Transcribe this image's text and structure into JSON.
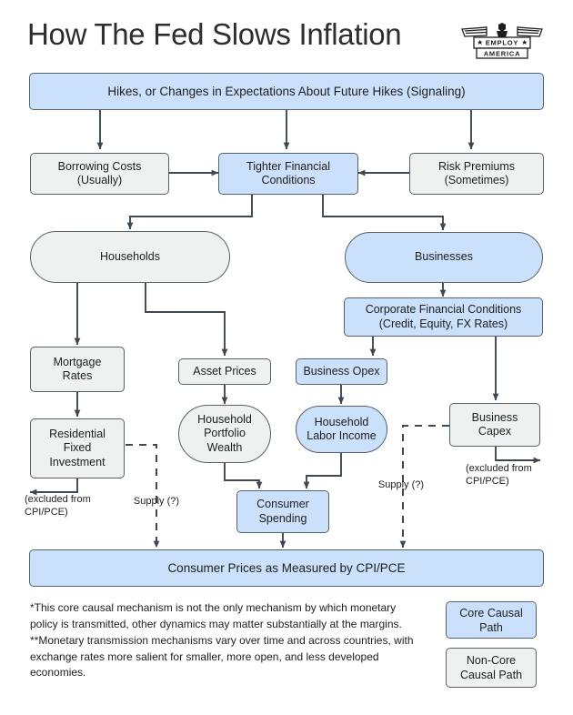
{
  "header": {
    "title": "How The Fed Slows Inflation",
    "logo": {
      "name": "employ-america-eagle-logo",
      "line1": "EMPLOY",
      "line2": "AMERICA"
    }
  },
  "colors": {
    "core_fill": "#cbe0fb",
    "noncore_fill": "#eff1f1",
    "stroke": "#55616b",
    "text": "#1d1d1d"
  },
  "nodes": {
    "signaling": "Hikes, or Changes in Expectations About Future Hikes (Signaling)",
    "borrowing_costs": "Borrowing Costs\n(Usually)",
    "borrowing_costs_l1": "Borrowing Costs",
    "borrowing_costs_l2": "(Usually)",
    "tighter_financial_l1": "Tighter Financial",
    "tighter_financial_l2": "Conditions",
    "risk_premiums_l1": "Risk Premiums",
    "risk_premiums_l2": "(Sometimes)",
    "households": "Households",
    "businesses": "Businesses",
    "corporate_fc_l1": "Corporate Financial Conditions",
    "corporate_fc_l2": "(Credit, Equity, FX Rates)",
    "mortgage_rates_l1": "Mortgage",
    "mortgage_rates_l2": "Rates",
    "asset_prices": "Asset Prices",
    "business_opex": "Business Opex",
    "residential_l1": "Residential",
    "residential_l2": "Fixed",
    "residential_l3": "Investment",
    "hh_portfolio_l1": "Household",
    "hh_portfolio_l2": "Portfolio",
    "hh_portfolio_l3": "Wealth",
    "hh_labor_l1": "Household",
    "hh_labor_l2": "Labor Income",
    "business_capex_l1": "Business",
    "business_capex_l2": "Capex",
    "consumer_spending_l1": "Consumer",
    "consumer_spending_l2": "Spending",
    "consumer_prices": "Consumer Prices as Measured by CPI/PCE"
  },
  "edge_labels": {
    "excluded_left_l1": "(excluded from",
    "excluded_left_l2": "CPI/PCE)",
    "excluded_right_l1": "(excluded from",
    "excluded_right_l2": "CPI/PCE)",
    "supply_left": "Supply (?)",
    "supply_right": "Supply (?)"
  },
  "notes": {
    "note1": "*This core causal mechanism is not the only mechanism by which monetary policy is transmitted, other dynamics may matter substantially at the margins.",
    "note2": "**Monetary transmission mechanisms vary over time and across countries, with exchange rates more salient for smaller, more open, and less developed economies."
  },
  "legend": {
    "core_l1": "Core Causal",
    "core_l2": "Path",
    "noncore_l1": "Non-Core",
    "noncore_l2": "Causal Path"
  },
  "chart_data": {
    "type": "diagram",
    "title": "How The Fed Slows Inflation",
    "nodes": [
      {
        "id": "signaling",
        "label": "Hikes, or Changes in Expectations About Future Hikes (Signaling)",
        "class": "core",
        "shape": "rect"
      },
      {
        "id": "borrowing_costs",
        "label": "Borrowing Costs (Usually)",
        "class": "noncore",
        "shape": "rect"
      },
      {
        "id": "tighter_financial",
        "label": "Tighter Financial Conditions",
        "class": "core",
        "shape": "rect"
      },
      {
        "id": "risk_premiums",
        "label": "Risk Premiums (Sometimes)",
        "class": "noncore",
        "shape": "rect"
      },
      {
        "id": "households",
        "label": "Households",
        "class": "noncore",
        "shape": "pill"
      },
      {
        "id": "businesses",
        "label": "Businesses",
        "class": "core",
        "shape": "pill"
      },
      {
        "id": "corporate_fc",
        "label": "Corporate Financial Conditions (Credit, Equity, FX Rates)",
        "class": "core",
        "shape": "rect"
      },
      {
        "id": "mortgage_rates",
        "label": "Mortgage Rates",
        "class": "noncore",
        "shape": "rect"
      },
      {
        "id": "asset_prices",
        "label": "Asset Prices",
        "class": "noncore",
        "shape": "rect"
      },
      {
        "id": "business_opex",
        "label": "Business Opex",
        "class": "core",
        "shape": "rect"
      },
      {
        "id": "residential_fixed_investment",
        "label": "Residential Fixed Investment",
        "class": "noncore",
        "shape": "rect"
      },
      {
        "id": "hh_portfolio_wealth",
        "label": "Household Portfolio Wealth",
        "class": "noncore",
        "shape": "pill"
      },
      {
        "id": "hh_labor_income",
        "label": "Household Labor Income",
        "class": "core",
        "shape": "pill"
      },
      {
        "id": "business_capex",
        "label": "Business Capex",
        "class": "noncore",
        "shape": "rect"
      },
      {
        "id": "consumer_spending",
        "label": "Consumer Spending",
        "class": "core",
        "shape": "rect"
      },
      {
        "id": "consumer_prices",
        "label": "Consumer Prices as Measured by CPI/PCE",
        "class": "core",
        "shape": "rect"
      }
    ],
    "edges": [
      {
        "from": "signaling",
        "to": "borrowing_costs",
        "style": "solid"
      },
      {
        "from": "signaling",
        "to": "tighter_financial",
        "style": "solid"
      },
      {
        "from": "signaling",
        "to": "risk_premiums",
        "style": "solid"
      },
      {
        "from": "borrowing_costs",
        "to": "tighter_financial",
        "style": "solid"
      },
      {
        "from": "risk_premiums",
        "to": "tighter_financial",
        "style": "solid"
      },
      {
        "from": "tighter_financial",
        "to": "households",
        "style": "solid"
      },
      {
        "from": "tighter_financial",
        "to": "businesses",
        "style": "solid"
      },
      {
        "from": "households",
        "to": "mortgage_rates",
        "style": "solid"
      },
      {
        "from": "households",
        "to": "asset_prices",
        "style": "solid"
      },
      {
        "from": "businesses",
        "to": "corporate_fc",
        "style": "solid"
      },
      {
        "from": "corporate_fc",
        "to": "business_opex",
        "style": "solid"
      },
      {
        "from": "corporate_fc",
        "to": "business_capex",
        "style": "solid"
      },
      {
        "from": "mortgage_rates",
        "to": "residential_fixed_investment",
        "style": "solid"
      },
      {
        "from": "asset_prices",
        "to": "hh_portfolio_wealth",
        "style": "solid"
      },
      {
        "from": "business_opex",
        "to": "hh_labor_income",
        "style": "solid"
      },
      {
        "from": "residential_fixed_investment",
        "to": "excluded-left",
        "style": "solid",
        "label": "(excluded from CPI/PCE)"
      },
      {
        "from": "business_capex",
        "to": "excluded-right",
        "style": "solid",
        "label": "(excluded from CPI/PCE)"
      },
      {
        "from": "hh_portfolio_wealth",
        "to": "consumer_spending",
        "style": "solid"
      },
      {
        "from": "hh_labor_income",
        "to": "consumer_spending",
        "style": "solid"
      },
      {
        "from": "consumer_spending",
        "to": "consumer_prices",
        "style": "solid"
      },
      {
        "from": "residential_fixed_investment",
        "to": "consumer_prices",
        "style": "dashed",
        "label": "Supply (?)"
      },
      {
        "from": "business_capex",
        "to": "consumer_prices",
        "style": "dashed",
        "label": "Supply (?)"
      }
    ]
  }
}
